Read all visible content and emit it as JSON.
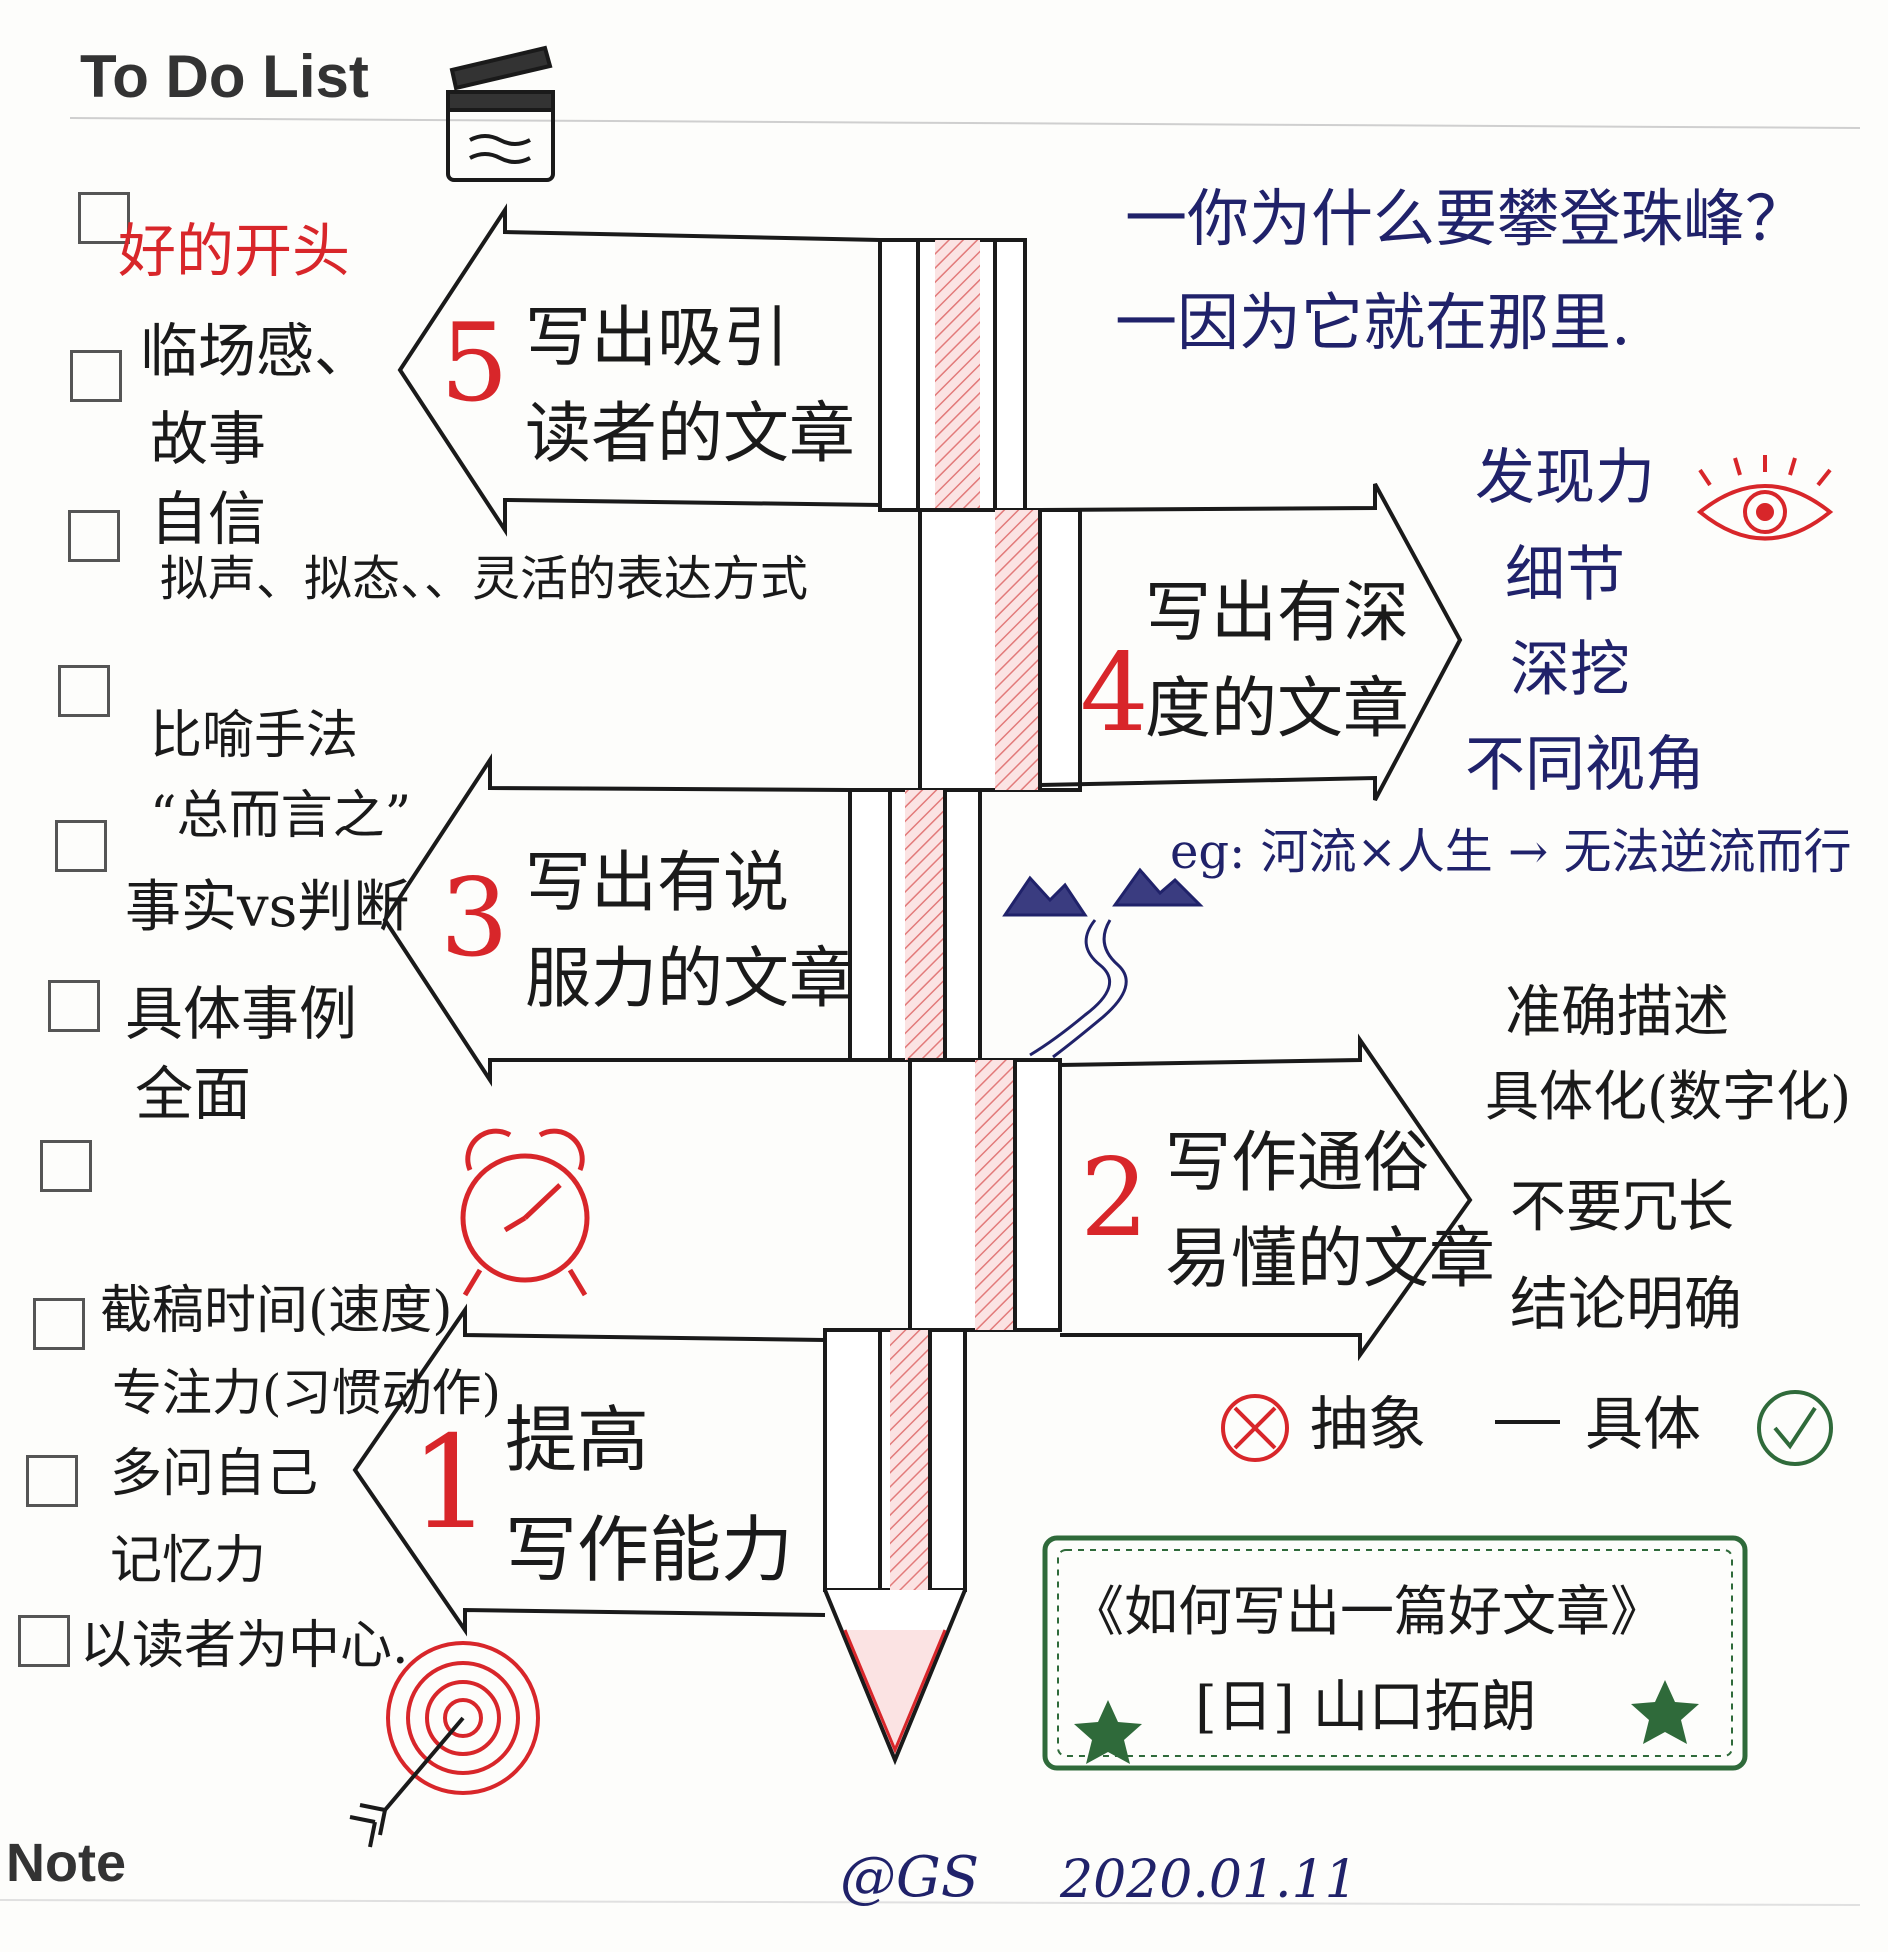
{
  "header": {
    "title": "To Do List",
    "footer_label": "Note"
  },
  "quote": {
    "line1": "一你为什么要攀登珠峰？",
    "line2": "一因为它就在那里."
  },
  "signs": [
    {
      "num": "1",
      "line1": "提高",
      "line2": "写作能力"
    },
    {
      "num": "2",
      "line1": "写作通俗",
      "line2": "易懂的文章"
    },
    {
      "num": "3",
      "line1": "写出有说",
      "line2": "服力的文章"
    },
    {
      "num": "4",
      "line1": "写出有深",
      "line2": "度的文章"
    },
    {
      "num": "5",
      "line1": "写出吸引",
      "line2": "读者的文章"
    }
  ],
  "notes": {
    "sign5": {
      "title": "好的开头",
      "items": [
        "临场感、",
        "故事",
        "自信",
        "拟声、拟态、、灵活的表达方式"
      ]
    },
    "sign4": {
      "items": [
        "发现力",
        "细节",
        "深挖",
        "不同视角"
      ],
      "example": "eg: 河流×人生 → 无法逆流而行"
    },
    "sign3": {
      "items": [
        "比喻手法",
        "“总而言之”",
        "事实vs判断",
        "具体事例",
        "全面"
      ]
    },
    "sign2": {
      "items": [
        "准确描述",
        "具体化(数字化)",
        "不要冗长",
        "结论明确"
      ],
      "contrast_left": "抽象",
      "contrast_right": "具体"
    },
    "sign1": {
      "items": [
        "截稿时间(速度)",
        "专注力(习惯动作)",
        "多问自己",
        "记忆力",
        "以读者为中心."
      ]
    }
  },
  "book": {
    "title": "《如何写出一篇好文章》",
    "author": "[日] 山口拓朗"
  },
  "signature": {
    "handle": "@GS",
    "date": "2020.01.11"
  },
  "colors": {
    "ink": "#1a1a1a",
    "red": "#d8262a",
    "blue": "#20226a",
    "green": "#2f6a3a"
  },
  "icons": [
    "clapperboard-icon",
    "eye-icon",
    "mountain-river-icon",
    "alarm-clock-icon",
    "target-icon",
    "cross-icon",
    "check-icon",
    "star-icon"
  ]
}
